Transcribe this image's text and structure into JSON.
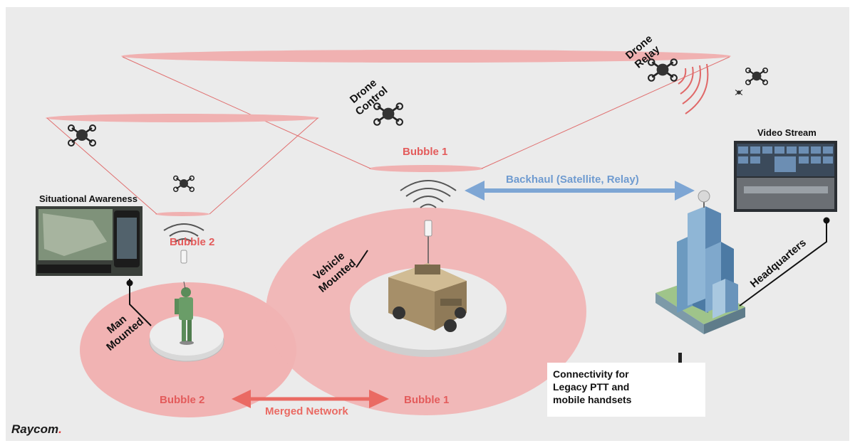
{
  "labels": {
    "drone_relay": "Drone Relay",
    "drone_relay_line1": "Drone",
    "drone_relay_line2": "Relay",
    "drone_control_line1": "Drone",
    "drone_control_line2": "Control",
    "bubble1_top": "Bubble 1",
    "bubble2_top": "Bubble 2",
    "bubble1_bottom": "Bubble 1",
    "bubble2_bottom": "Bubble 2",
    "backhaul": "Backhaul (Satellite, Relay)",
    "merged_network": "Merged Network",
    "situational_awareness": "Situational Awareness",
    "video_stream": "Video Stream",
    "vehicle_line1": "Vehicle",
    "vehicle_line2": "Mounted",
    "man_line1": "Man",
    "man_line2": "Mounted",
    "headquarters": "Headquarters",
    "legacy": "Connectivity for Legacy PTT and mobile handsets",
    "brand": "Raycom",
    "brand_dot": "."
  },
  "colors": {
    "background": "#ebebeb",
    "bubble_fill": "#f2b4b4",
    "bubble_text": "#e35b5b",
    "backhaul_blue": "#7ea6d4",
    "merged_red": "#ea6a63",
    "cone_line": "#e07070"
  },
  "icons": [
    "drone-icon",
    "antenna-icon",
    "signal-waves-icon",
    "vehicle-icon",
    "soldier-icon",
    "building-icon",
    "satellite-dish-icon",
    "smartphone-icon",
    "radio-icon"
  ]
}
